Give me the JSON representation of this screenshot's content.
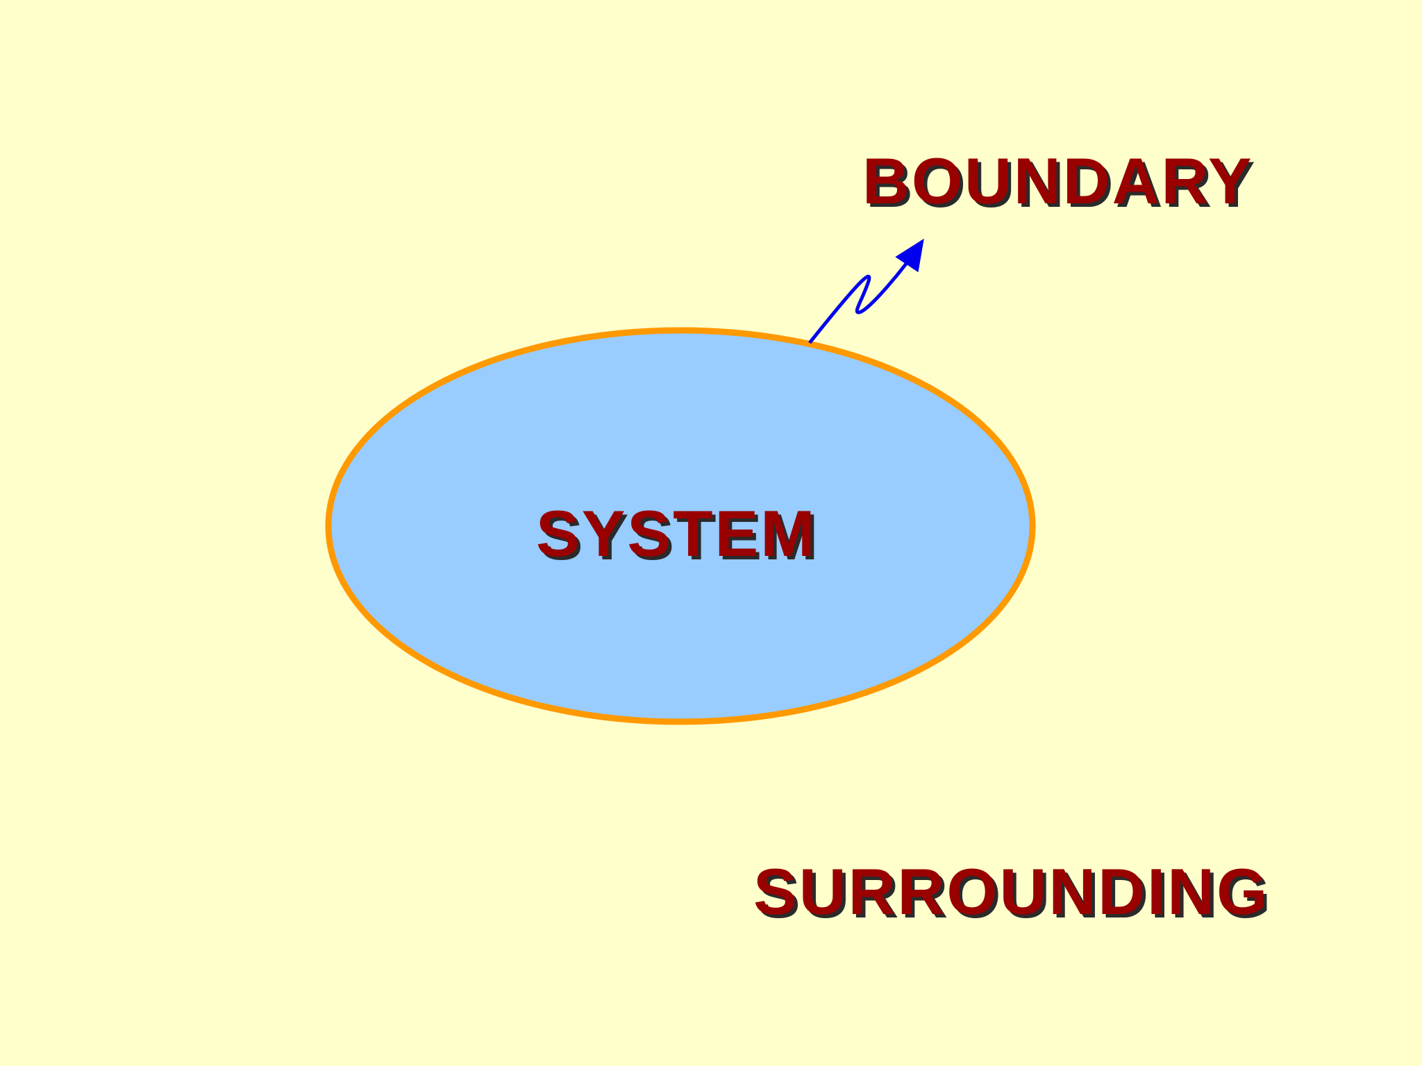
{
  "labels": {
    "boundary": "BOUNDARY",
    "system": "SYSTEM",
    "surrounding": "SURROUNDING"
  },
  "colors": {
    "background": "#ffffcc",
    "system_fill": "#99ccff",
    "boundary_stroke": "#ff9900",
    "arrow": "#0000ee",
    "label_text": "#990000",
    "label_shadow": "#2a2a2a"
  }
}
